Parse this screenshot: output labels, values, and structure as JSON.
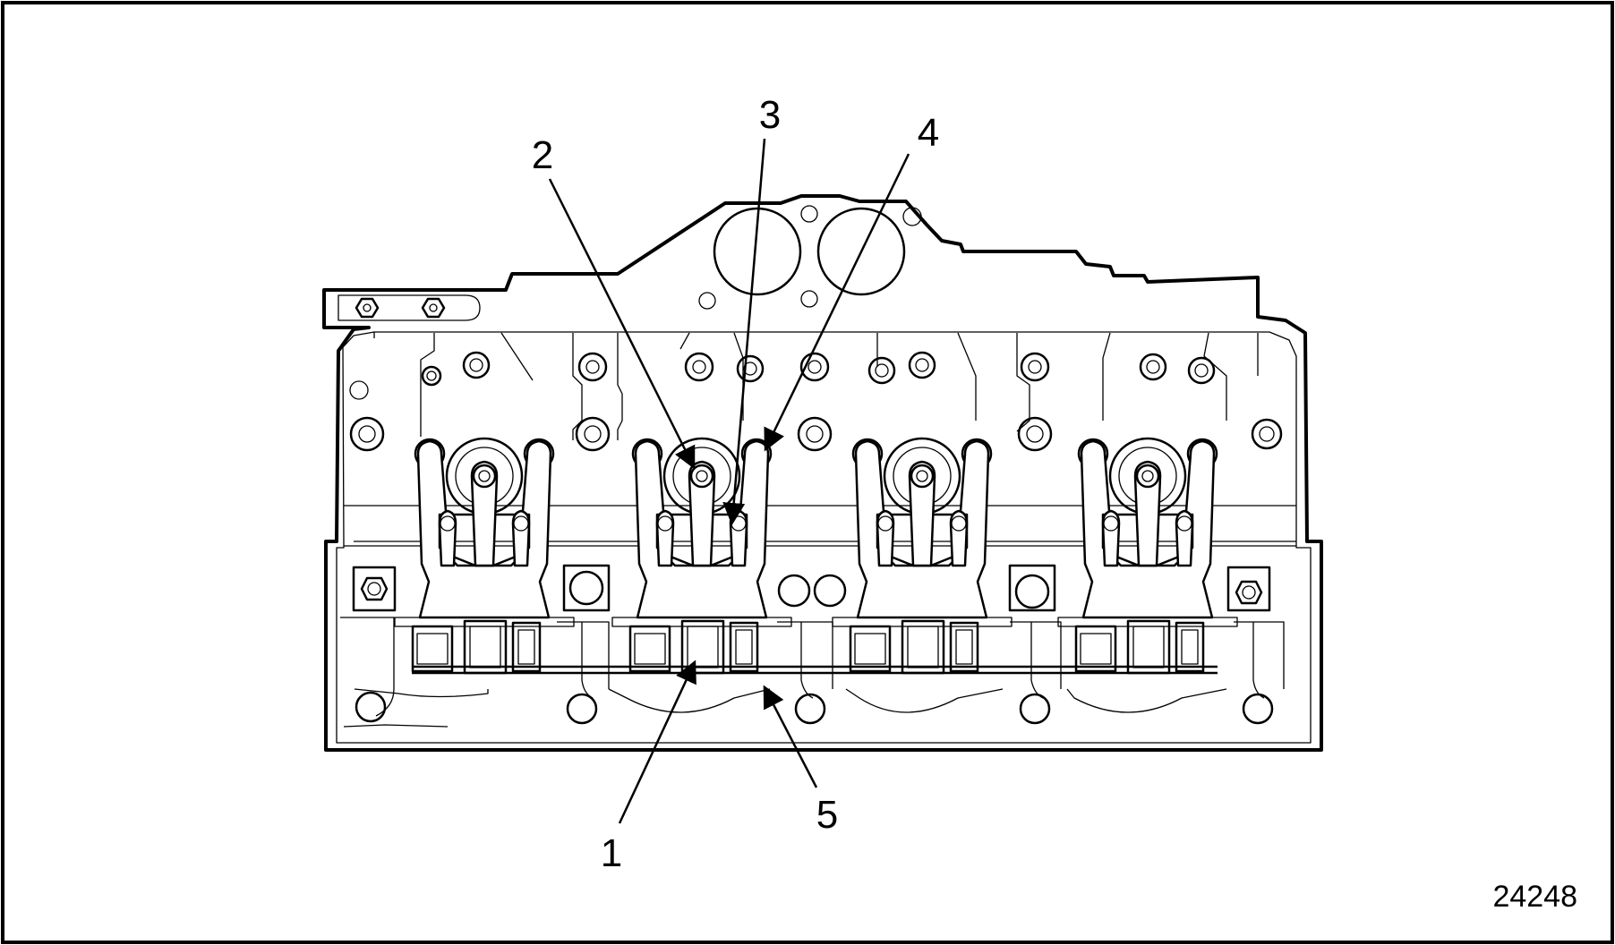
{
  "figure": {
    "figure_number": "24248",
    "callouts": [
      {
        "id": "callout-1",
        "label": "1"
      },
      {
        "id": "callout-2",
        "label": "2"
      },
      {
        "id": "callout-3",
        "label": "3"
      },
      {
        "id": "callout-4",
        "label": "4"
      },
      {
        "id": "callout-5",
        "label": "5"
      }
    ]
  }
}
